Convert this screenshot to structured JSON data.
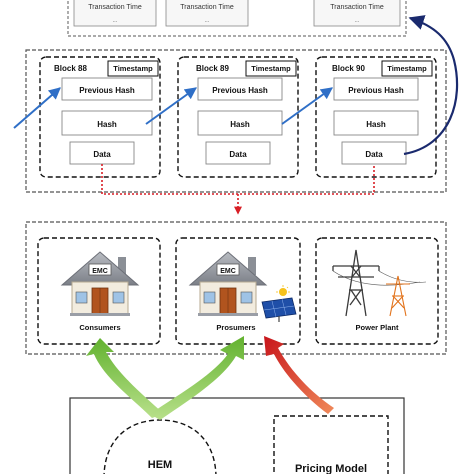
{
  "top_panel": {
    "cells": [
      {
        "title": "Transaction Time",
        "value": "..."
      },
      {
        "title": "Transaction Time",
        "value": "..."
      },
      {
        "title": "Transaction Time",
        "value": "..."
      }
    ]
  },
  "blockchain": {
    "blocks": [
      {
        "name": "Block 88",
        "timestamp": "Timestamp",
        "previous_hash": "Previous Hash",
        "hash": "Hash",
        "data": "Data"
      },
      {
        "name": "Block 89",
        "timestamp": "Timestamp",
        "previous_hash": "Previous Hash",
        "hash": "Hash",
        "data": "Data"
      },
      {
        "name": "Block 90",
        "timestamp": "Timestamp",
        "previous_hash": "Previous Hash",
        "hash": "Hash",
        "data": "Data"
      }
    ]
  },
  "grid": {
    "nodes": [
      {
        "label": "Consumers",
        "sign": "EMC"
      },
      {
        "label": "Prosumers",
        "sign": "EMC"
      },
      {
        "label": "Power Plant"
      }
    ]
  },
  "bottom": {
    "hem_label": "HEM",
    "pricing_label": "Pricing Model"
  },
  "colors": {
    "chain_arrow": "#2f6fc7",
    "return_arrow": "#1a2a6e",
    "data_link": "#d81f26",
    "green_arrow": "#7cc242",
    "red_arrow": "#d8261c",
    "roof": "#9a9ea6",
    "house_wall": "#f2ecdf",
    "door": "#b1541e",
    "solar": "#1f4fa8",
    "tower": "#3a3a3a",
    "tower_orange": "#e2731c"
  }
}
